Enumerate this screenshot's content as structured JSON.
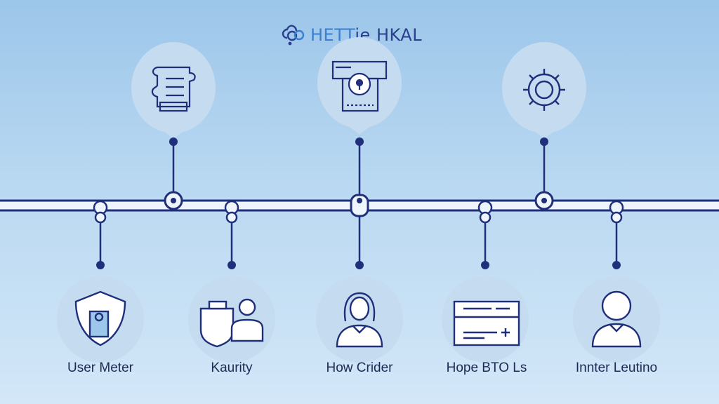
{
  "header": {
    "title_part1": "HETT",
    "title_part2": "ie HKAL",
    "logo_icon": "cloud-link-icon"
  },
  "colors": {
    "line": "#1f2f7a",
    "bubble": "#c9ddef",
    "icon_stroke": "#1f2f7a",
    "accent_blue": "#3a7fd0"
  },
  "top_nodes": [
    {
      "icon": "document-puzzle-icon"
    },
    {
      "icon": "server-lock-icon"
    },
    {
      "icon": "gear-icon"
    }
  ],
  "bottom_nodes": [
    {
      "label": "User Meter",
      "icon": "shield-user-icon"
    },
    {
      "label": "Kaurity",
      "icon": "support-users-icon"
    },
    {
      "label": "How Crider",
      "icon": "person-woman-icon"
    },
    {
      "label": "Hope BTO Ls",
      "icon": "card-window-icon"
    },
    {
      "label": "Innter Leutino",
      "icon": "person-avatar-icon"
    }
  ]
}
